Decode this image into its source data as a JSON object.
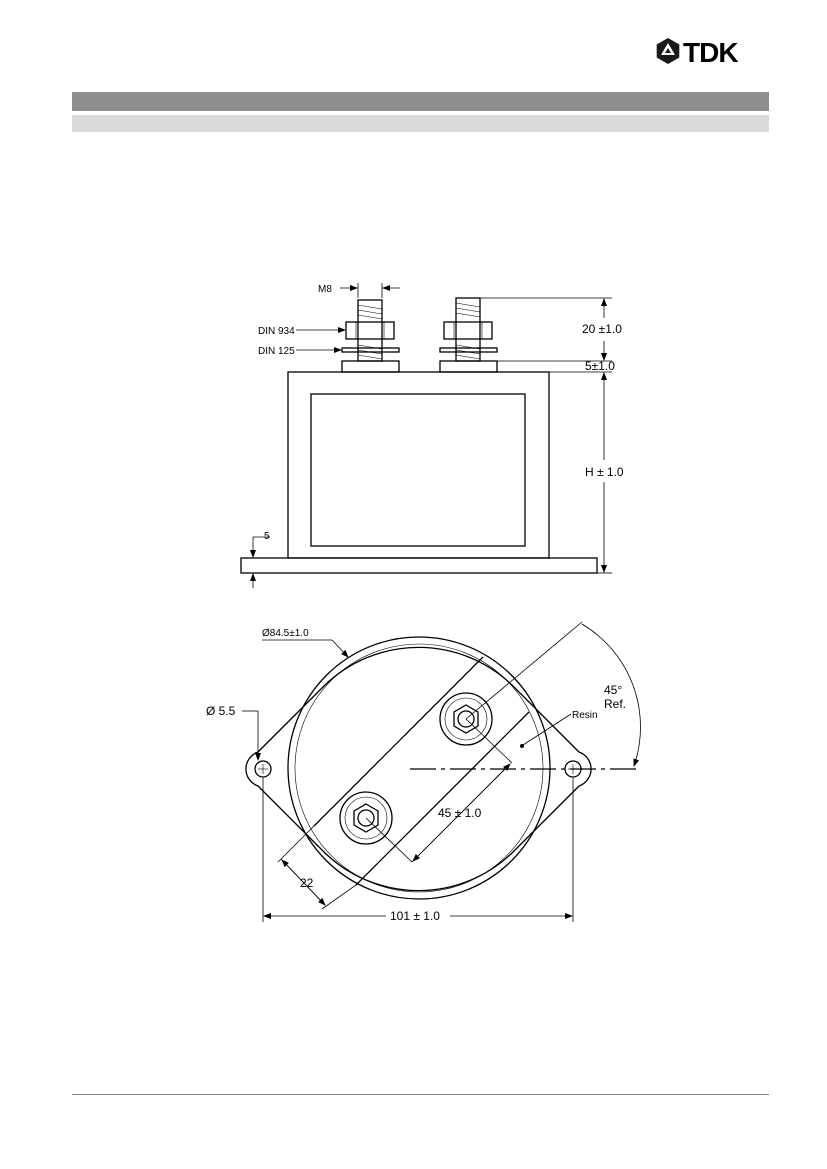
{
  "brand": {
    "name": "TDK",
    "accent": "#1a1a1a"
  },
  "header": {
    "bar_dark_color": "#8e8e8e",
    "bar_light_color": "#d9d9d9"
  },
  "side_view": {
    "label_thread": "M8",
    "label_nut": "DIN 934",
    "label_washer": "DIN 125",
    "dim_terminal_height": "20  ±1.0",
    "dim_collar": "5±1.0",
    "dim_height": "H ± 1.0",
    "dim_base": "5"
  },
  "top_view": {
    "dim_diameter": "Ø84.5±1.0",
    "dim_hole": "Ø  5.5",
    "angle": "45°",
    "angle_ref": "Ref.",
    "label_resin": "Resin",
    "dim_spacing": "45  ± 1.0",
    "dim_band": "22",
    "dim_width": "101  ± 1.0"
  }
}
